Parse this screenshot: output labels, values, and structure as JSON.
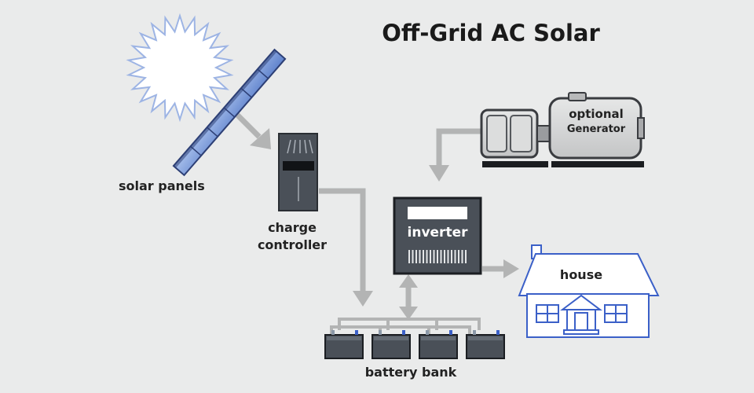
{
  "title": "Off-Grid AC Solar",
  "labels": {
    "solar_panels": "solar panels",
    "charge_line1": "charge",
    "charge_line2": "controller",
    "inverter": "inverter",
    "gen_line1": "optional",
    "gen_line2": "Generator",
    "house": "house",
    "battery_bank": "battery bank"
  },
  "colors": {
    "background": "#eaebeb",
    "flow_arrow": "#b3b4b4",
    "panel_blue": "#7f9fd9",
    "device_dark": "#4a5058",
    "house_outline": "#3b60c8",
    "sun_outline": "#9db4e4",
    "generator_gray": "#d3d4d4"
  },
  "icons": [
    "sun-icon",
    "solar-panel-icon",
    "charge-controller-icon",
    "inverter-icon",
    "generator-icon",
    "house-icon",
    "battery-icon"
  ]
}
